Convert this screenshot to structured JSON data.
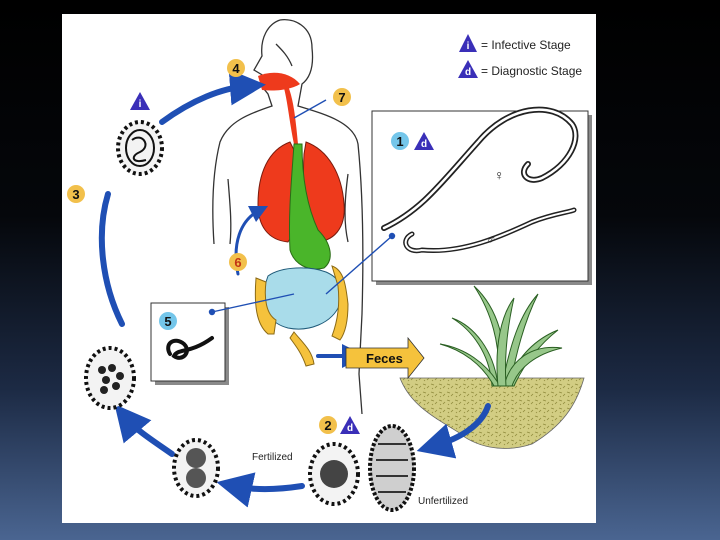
{
  "legend": {
    "infective": {
      "symbol": "i",
      "text": "= Infective Stage"
    },
    "diagnostic": {
      "symbol": "d",
      "text": "= Diagnostic Stage"
    }
  },
  "steps": [
    {
      "number": "1",
      "marker": "d"
    },
    {
      "number": "2",
      "marker": "d"
    },
    {
      "number": "3"
    },
    {
      "number": "4"
    },
    {
      "number": "5"
    },
    {
      "number": "6"
    },
    {
      "number": "7"
    }
  ],
  "infective_marker": "i",
  "labels": {
    "feces": "Feces",
    "fertilized": "Fertilized",
    "unfertilized": "Unfertilized",
    "female_symbol": "♀",
    "male_symbol": "♂"
  },
  "colors": {
    "arrow_blue": "#1f4fb4",
    "step_badge": "#f2c04b",
    "step_badge_alt": "#74c6ea",
    "stage_triangle": "#3a2fb8",
    "lung_red": "#ee3a1c",
    "gut_green": "#4ab52a",
    "intestine_blue": "#a9dcea",
    "colon_yellow": "#f5c23c",
    "soil": "#d2cd83"
  }
}
